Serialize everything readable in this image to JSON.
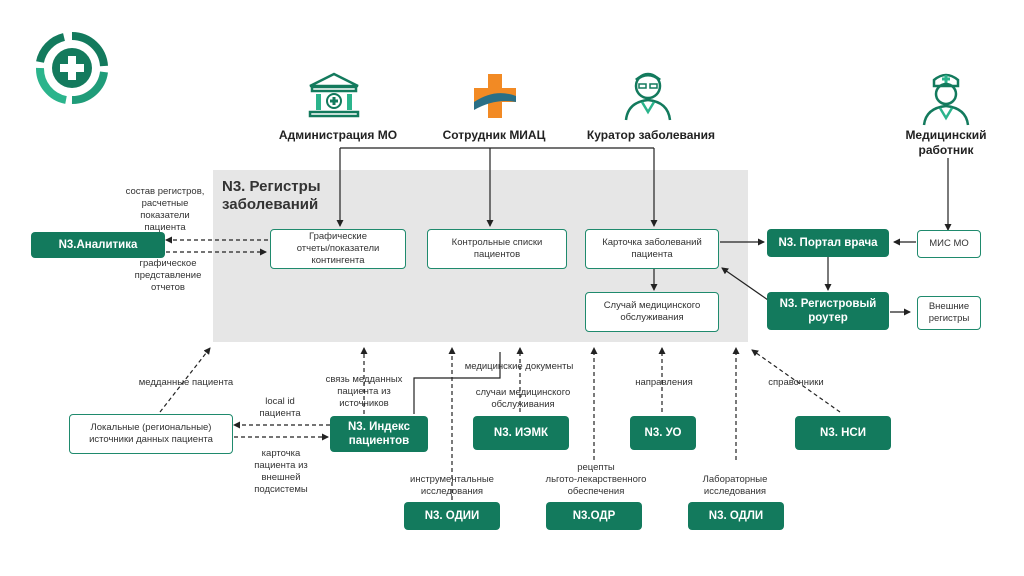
{
  "colors": {
    "green": "#137a5d",
    "panel": "#e6e6e6",
    "line": "#222222",
    "orange": "#f28a24"
  },
  "logo": {
    "icon": "cross-in-circle-arrows-icon"
  },
  "panel_title": "N3. Регистры\nзаболеваний",
  "actors": {
    "admin": {
      "label": "Администрация МО",
      "icon": "bank-icon"
    },
    "miac": {
      "label": "Сотрудник МИАЦ",
      "icon": "medical-cross-icon"
    },
    "curator": {
      "label": "Куратор заболевания",
      "icon": "doctor-icon"
    },
    "medic": {
      "label": "Медицинский\nработник",
      "icon": "nurse-icon"
    }
  },
  "boxes": {
    "reports": "Графические\nотчеты/показатели\nконтингента",
    "control_lists": "Контрольные списки\nпациентов",
    "disease_card": "Карточка заболеваний\nпациента",
    "med_case": "Случай медицинского\nобслуживания",
    "mis_mo": "МИС МО",
    "external_registers": "Внешние\nрегистры",
    "local_sources": "Локальные (региональные)\nисточники данных пациента"
  },
  "green_boxes": {
    "analytics": "N3.Аналитика",
    "doctor_portal": "N3. Портал врача",
    "register_router": "N3. Регистровый\nроутер",
    "patient_index": "N3. Индекс\nпациентов",
    "iemk": "N3. ИЭМК",
    "uo": "N3. УО",
    "nsi": "N3. НСИ",
    "odii": "N3. ОДИИ",
    "odr": "N3.ОДР",
    "odli": "N3. ОДЛИ"
  },
  "labels": {
    "registers_composition": "состав регистров,\nрасчетные\nпоказатели\nпациента",
    "graphic_reports": "графическое\nпредставление\nотчетов",
    "patient_meddata": "медданные пациента",
    "local_id": "local id\nпациента",
    "card_external": "карточка\nпациента из\nвнешней\nподсистемы",
    "link_meddata": "связь медданных\nпациента из\nисточников",
    "med_documents": "медицинские документы",
    "med_cases": "случаи медицинского\nобслуживания",
    "directions": "направления",
    "references": "справочники",
    "instrumental": "инструментальные\nисследования",
    "prescriptions": "рецепты\nльгото-лекарственного\nобеспечения",
    "laboratory": "Лабораторные\nисследования"
  }
}
